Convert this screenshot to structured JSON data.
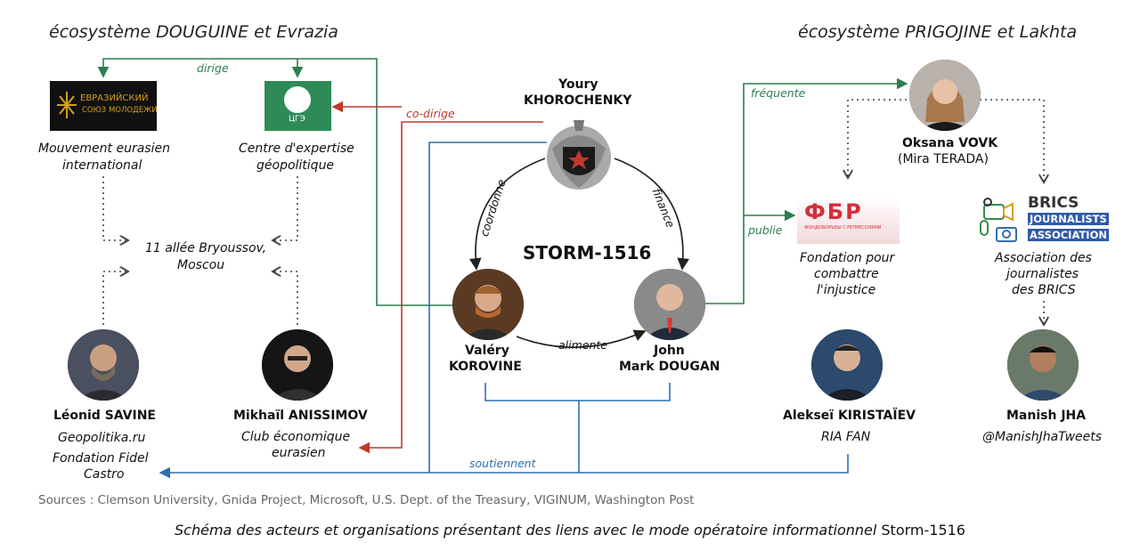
{
  "headers": {
    "left": "écosystème DOUGUINE et Evrazia",
    "right": "écosystème PRIGOJINE et Lakhta"
  },
  "center": {
    "title": "STORM-1516",
    "leader": {
      "first": "Youry",
      "last": "KHOROCHENKY"
    }
  },
  "edges": {
    "dirige": "dirige",
    "co_dirige": "co-dirige",
    "coordonne": "coordonne",
    "finance": "finance",
    "alimente": "alimente",
    "frequente": "fréquente",
    "publie": "publie",
    "soutiennent": "soutiennent"
  },
  "nodes": {
    "korovine": {
      "first": "Valéry",
      "last": "KOROVINE"
    },
    "dougan": {
      "first": "John",
      "last": "Mark DOUGAN"
    },
    "mouvement": {
      "logo_line1": "ЕВРАЗИЙСКИЙ",
      "logo_line2": "СОЮЗ МОЛОДЕЖИ",
      "line1": "Mouvement eurasien",
      "line2": "international"
    },
    "centre": {
      "logo_text": "ЦГЭ",
      "line1": "Centre d'expertise",
      "line2": "géopolitique"
    },
    "adresse": {
      "line1": "11 allée Bryoussov,",
      "line2": "Moscou"
    },
    "savine": {
      "name": "Léonid SAVINE",
      "org1": "Geopolitika.ru",
      "org2": "Fondation Fidel",
      "org3": "Castro"
    },
    "anissimov": {
      "name": "Mikhaïl ANISSIMOV",
      "org1": "Club économique",
      "org2": "eurasien"
    },
    "vovk": {
      "name": "Oksana VOVK",
      "alias": "(Mira TERADA)"
    },
    "fondation": {
      "logo": "ФБР",
      "logo_sub": "ФОНДОБОРЬБЫ С РЕПРЕССИЯМИ",
      "line1": "Fondation pour",
      "line2": "combattre",
      "line3": "l'injustice"
    },
    "brics": {
      "logo1": "BRICS",
      "logo2": "JOURNALISTS",
      "logo3": "ASSOCIATION",
      "line1": "Association des",
      "line2": "journalistes",
      "line3": "des BRICS"
    },
    "kiristaiev": {
      "name": "Alekseï KIRISTAÏEV",
      "org": "RIA FAN"
    },
    "jha": {
      "name": "Manish JHA",
      "handle": "@ManishJhaTweets"
    }
  },
  "sources": "Sources : Clemson University, Gnida Project, Microsoft, U.S. Dept. of the Treasury, VIGINUM, Washington Post",
  "caption": {
    "main": "Schéma des acteurs et organisations présentant des liens avec le mode opératoire informationnel",
    "tail": "Storm-1516"
  },
  "colors": {
    "green": "#2e7d4f",
    "red": "#c0392b",
    "blue": "#2f6fad",
    "dotted": "#444444"
  }
}
